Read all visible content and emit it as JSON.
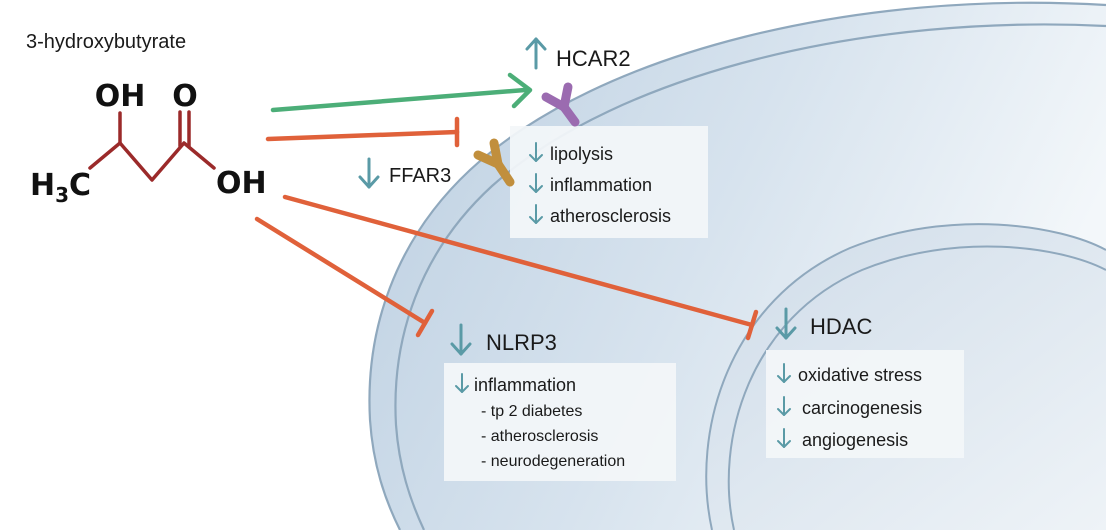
{
  "molecule": {
    "name": "3-hydroxybutyrate",
    "oh_top": "OH",
    "o_top": "O",
    "h3c_h": "H",
    "h3c_sub": "3",
    "h3c_c": "C",
    "oh_right": "OH"
  },
  "receptors": {
    "hcar2": {
      "label": "HCAR2",
      "direction": "up"
    },
    "ffar3": {
      "label": "FFAR3",
      "direction": "down"
    }
  },
  "hcar2_effects": {
    "items": [
      {
        "direction": "down",
        "text": "lipolysis"
      },
      {
        "direction": "down",
        "text": "inflammation"
      },
      {
        "direction": "down",
        "text": "atherosclerosis"
      }
    ]
  },
  "nlrp3": {
    "label": "NLRP3",
    "direction": "down",
    "effect": {
      "direction": "down",
      "text": "inflammation"
    },
    "sub_items": [
      "- tp 2 diabetes",
      "- atherosclerosis",
      "- neurodegeneration"
    ]
  },
  "hdac": {
    "label": "HDAC",
    "direction": "down",
    "items": [
      {
        "direction": "down",
        "text": "oxidative stress"
      },
      {
        "direction": "down",
        "text": "carcinogenesis"
      },
      {
        "direction": "down",
        "text": "angiogenesis"
      }
    ]
  },
  "colors": {
    "activation_arrow": "#4cae78",
    "inhibition_arrow": "#e0613a",
    "molecule_bonds": "#9b2a2a",
    "trend_arrow": "#5a9aa6",
    "hcar2_receptor": "#9b6bb0",
    "ffar3_receptor": "#c18f3d",
    "cell_fill": "#c9d8e6",
    "nucleus_fill": "#dae5ee",
    "box_fill": "#f3f6f9"
  }
}
